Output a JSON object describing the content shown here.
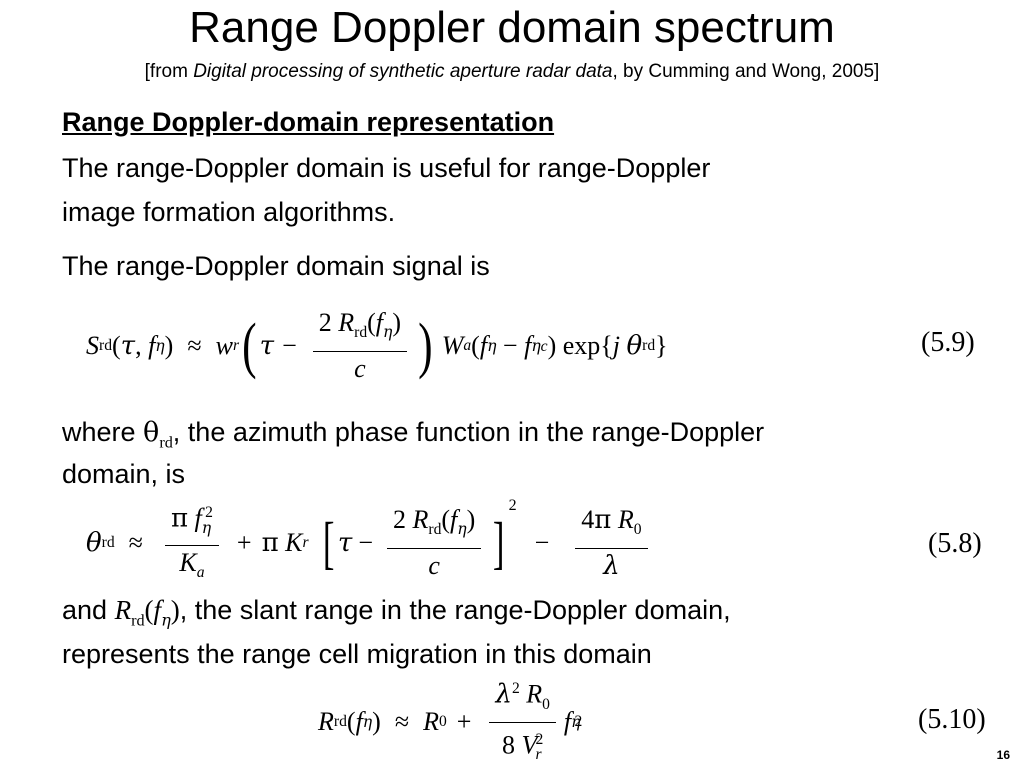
{
  "slide": {
    "title": "Range Doppler domain spectrum",
    "subtitle": {
      "prefix": "[from ",
      "book": "Digital processing of synthetic aperture radar data",
      "suffix": ", by Cumming and Wong, 2005]"
    },
    "heading": "Range Doppler-domain representation",
    "para1_line1": "The range-Doppler domain is useful for range-Doppler",
    "para1_line2": "image formation algorithms.",
    "para2": "The range-Doppler domain signal is",
    "para3_pre": "where ",
    "para3_symbol": "θ",
    "para3_sub": "rd",
    "para3_post": ", the azimuth phase function in the range-Doppler",
    "para3_line2": "domain, is",
    "para4_pre": "and ",
    "para4_symbol": "R",
    "para4_sub": "rd",
    "para4_arg_open": "(",
    "para4_arg": "f",
    "para4_arg_sub": "η",
    "para4_arg_close": ")",
    "para4_post": ", the slant range in the range-Doppler domain,",
    "para4_line2": "represents the range cell migration in this domain",
    "page_number": "16"
  },
  "equations": {
    "eq59": {
      "number": "(5.9)"
    },
    "eq58": {
      "number": "(5.8)"
    },
    "eq510": {
      "number": "(5.10)"
    }
  }
}
